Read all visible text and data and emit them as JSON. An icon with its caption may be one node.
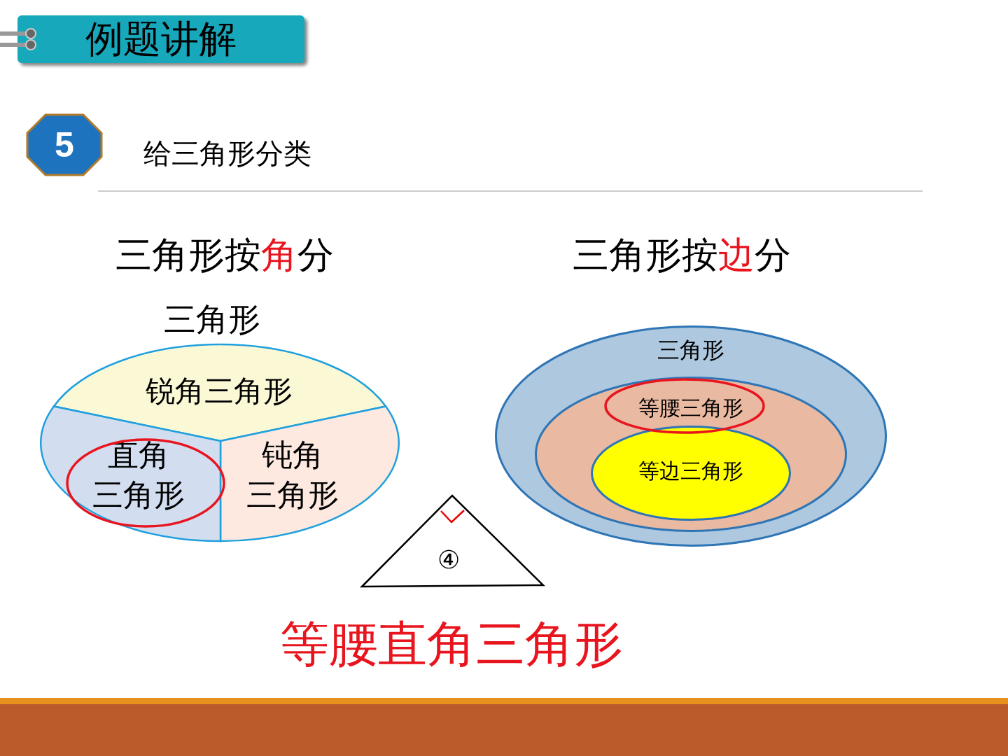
{
  "diagram": {
    "nodes": [
      {
        "text": [
          "例题讲解"
        ]
      },
      {
        "text": [
          "5"
        ]
      },
      {
        "text": [
          "三角形"
        ]
      },
      {
        "text": [
          "锐角三角形"
        ],
        "in": 2
      },
      {
        "text": [
          "直角三角形"
        ],
        "in": 2
      },
      {
        "text": [
          "钝角三角形"
        ],
        "in": 2
      },
      {
        "text": [
          "三角形"
        ]
      },
      {
        "text": [
          "等腰三角形"
        ],
        "in": 6
      },
      {
        "text": [
          "等边三角形"
        ],
        "in": 7
      },
      {
        "text": [
          "④"
        ]
      }
    ],
    "edges": [],
    "labels": [
      "给三角形分类",
      "三角形按角分",
      "三角形按边分",
      "等腰直角三角形"
    ]
  }
}
